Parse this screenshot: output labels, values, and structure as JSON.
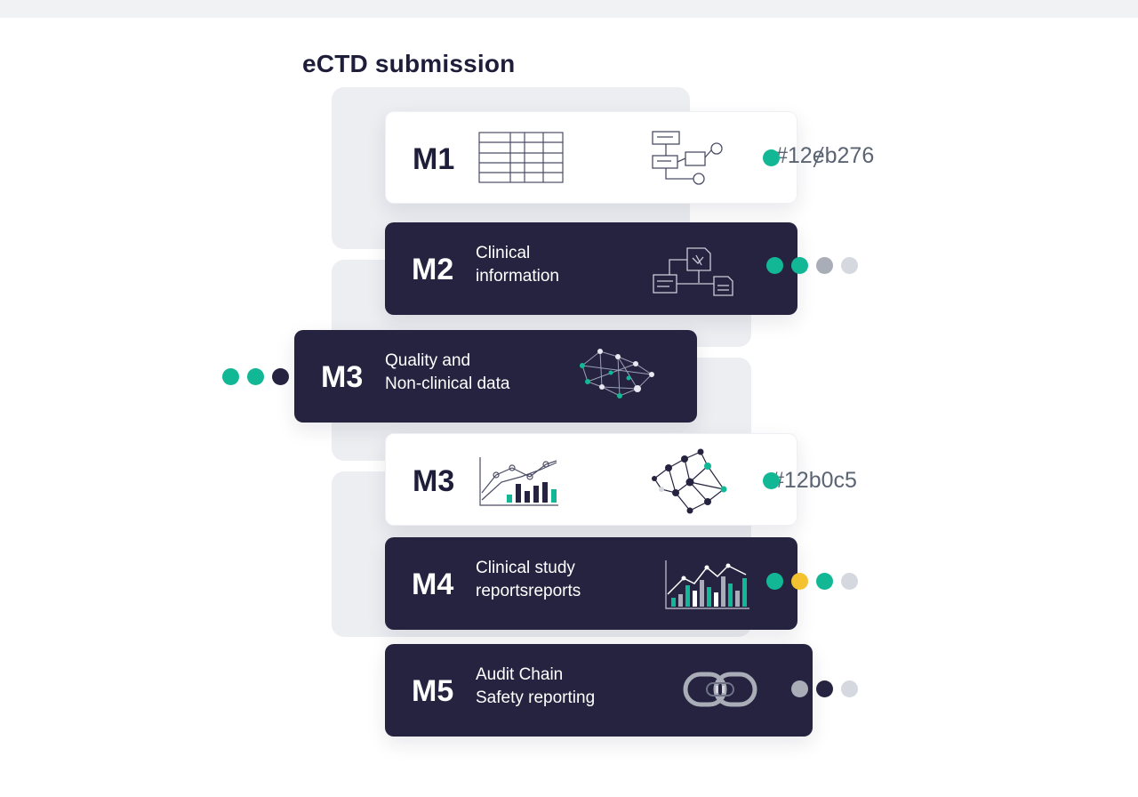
{
  "title": "eCTD submission",
  "colors": {
    "dark_card": "#25233f",
    "teal": "#12b796",
    "yellow": "#f5c22f",
    "gray": "#a9adb8",
    "light_gray": "#d5d8de",
    "navy": "#25233f"
  },
  "modules": [
    {
      "code": "M1",
      "theme": "light",
      "lines": [],
      "icons": [
        "table-icon",
        "flowchart-icon"
      ],
      "hex": "#12ɇb276",
      "dots": [
        "teal"
      ]
    },
    {
      "code": "M2",
      "theme": "dark",
      "lines": [
        "Clinical",
        "information"
      ],
      "icons": [
        "document-flow-icon"
      ],
      "dots": [
        "teal",
        "teal",
        "gray",
        "light_gray"
      ]
    },
    {
      "code": "M3",
      "theme": "dark",
      "lines": [
        "Quality and",
        "Non-clinical data"
      ],
      "icons": [
        "network-icon"
      ],
      "dots": [
        "teal",
        "teal",
        "navy"
      ]
    },
    {
      "code": "M3",
      "theme": "light",
      "lines": [],
      "icons": [
        "line-bar-chart-icon",
        "network-graph-icon"
      ],
      "hex": "#12b0c5",
      "dots": [
        "teal"
      ]
    },
    {
      "code": "M4",
      "theme": "dark",
      "lines": [
        "Clinical study",
        "reportsreports"
      ],
      "icons": [
        "bar-line-chart-icon"
      ],
      "dots": [
        "teal",
        "yellow",
        "teal",
        "light_gray"
      ]
    },
    {
      "code": "M5",
      "theme": "dark",
      "lines": [
        "Audit Chain",
        "Safety reporting"
      ],
      "icons": [
        "chain-link-icon"
      ],
      "dots": [
        "gray",
        "navy",
        "light_gray"
      ]
    }
  ]
}
